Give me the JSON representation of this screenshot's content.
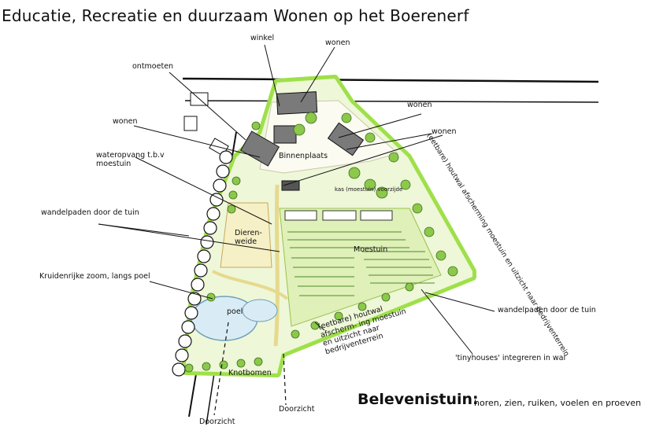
{
  "title": "Educatie, Recreatie en duurzaam Wonen op het Boerenerf",
  "labels": {
    "winkel": "winkel",
    "wonen_top": "wonen",
    "ontmoeten": "ontmoeten",
    "wonen_left": "wonen",
    "wonen_right1": "wonen",
    "wonen_right2": "wonen",
    "wateropvang": "wateropvang t.b.v moestuin",
    "wandelpaden_left": "wandelpaden door de tuin",
    "kruidenrijke": "Kruidenrijke zoom, langs poel",
    "binnenplaats": "Binnenplaats",
    "dierenweide": "Dieren- weide",
    "moestuin": "Moestuin",
    "poel": "poel",
    "knotbomen": "Knotbomen",
    "doorzicht1": "Doorzicht",
    "doorzicht2": "Doorzicht",
    "houtwal_right": "(eetbare) houtwal afscherming moestuin en uitzicht naar bedrijventerrein",
    "houtwal_bottom": "(eetbare) houtwal afscherm- ing moestuin en uitzicht naar bedrijventerrein",
    "wandelpaden_right": "wandelpaden door de tuin",
    "tinyhouses": "'tinyhouses' integreren in wal",
    "kas": "kas (moestuin) voorzijde",
    "belevenistuin": "Belevenistuin:",
    "belevenis_sub": "horen, zien, ruiken, voelen en proeven"
  },
  "colors": {
    "border_green": "#9fe04a",
    "pale_green": "#eaf7cf",
    "tree_dark": "#5f9a2a",
    "tree_mid": "#8cc84a",
    "building": "#7a7a7a",
    "path": "#f2e7b0",
    "water": "#cfe6f2",
    "ink": "#111111"
  }
}
